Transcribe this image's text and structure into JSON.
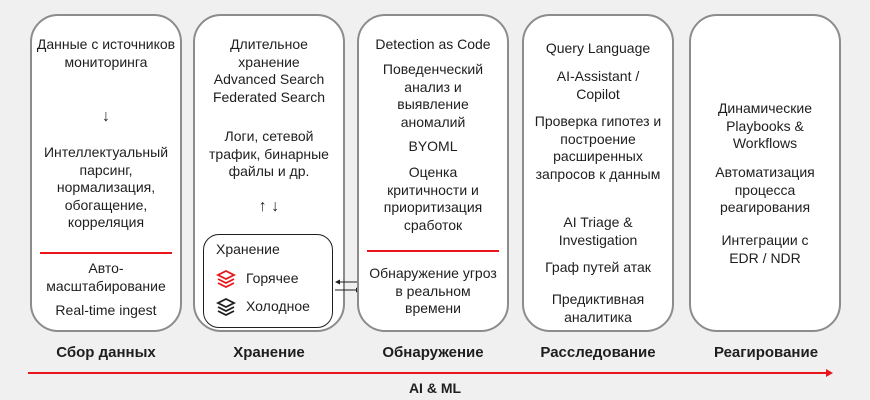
{
  "columns": [
    {
      "title": "Сбор данных",
      "items": [
        "Данные с источников мониторинга",
        "↓",
        "Интеллектуальный парсинг, нормализация, обогащение, корреляция"
      ],
      "below_line": [
        "Авто-масштабирование",
        "Real-time ingest"
      ]
    },
    {
      "title": "Хранение",
      "items": [
        "Длительное хранение",
        "Advanced Search",
        "Federated Search",
        "Логи, сетевой трафик, бинарные файлы и др.",
        "↑ ↓"
      ],
      "storage": {
        "title": "Хранение",
        "hot": "Горячее",
        "cold": "Холодное"
      }
    },
    {
      "title": "Обнаружение",
      "items": [
        "Detection as Code",
        "Поведенческий анализ и выявление аномалий",
        "BYOML",
        "Оценка критичности и приоритизация сработок"
      ],
      "below_line": [
        "Обнаружение угроз в реальном времени"
      ]
    },
    {
      "title": "Расследование",
      "items": [
        "Query Language",
        "AI-Assistant / Copilot",
        "Проверка гипотез и построение расширенных запросов к данным",
        "AI Triage & Investigation",
        "Граф путей атак",
        "Предиктивная аналитика"
      ]
    },
    {
      "title": "Реагирование",
      "items": [
        "Динамические Playbooks & Workflows",
        "Автоматизация процесса реагирования",
        "Интеграции с EDR / NDR"
      ]
    }
  ],
  "axis_label": "AI & ML",
  "colors": {
    "accent": "#e8151b",
    "border": "#8c8c8c",
    "background": "#f0f0f0"
  }
}
